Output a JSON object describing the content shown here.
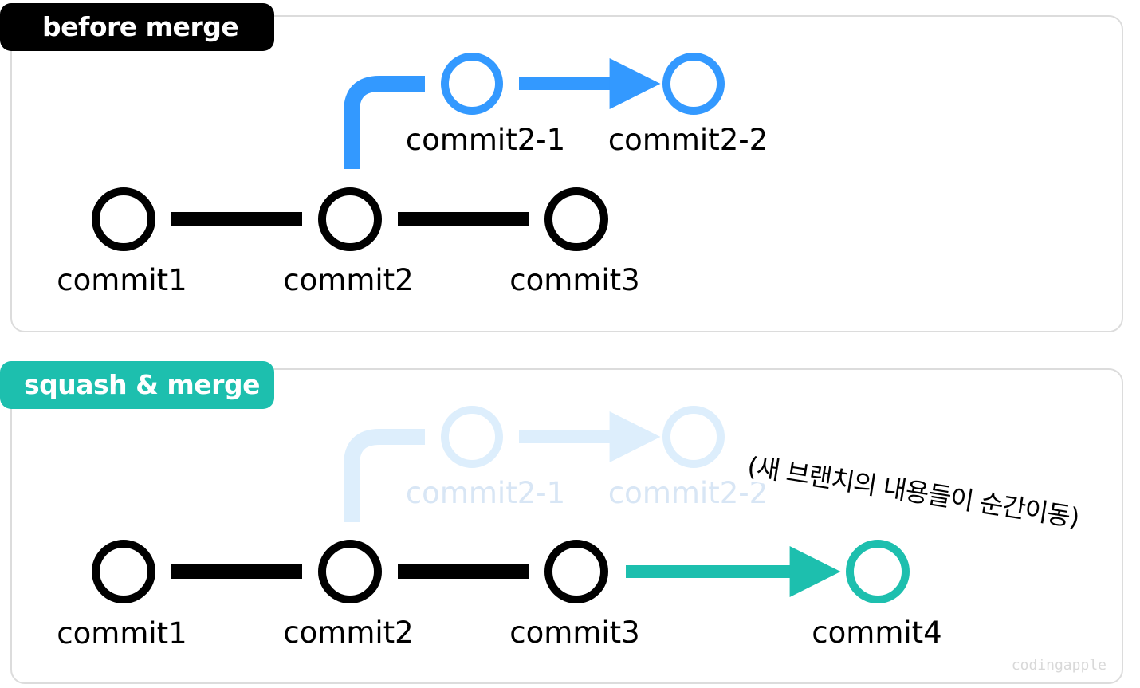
{
  "sections": {
    "before": {
      "title": "before merge"
    },
    "squash": {
      "title": "squash & merge"
    }
  },
  "labels": {
    "commit1": "commit1",
    "commit2": "commit2",
    "commit3": "commit3",
    "commit2_1": "commit2-1",
    "commit2_2": "commit2-2",
    "commit4": "commit4"
  },
  "annotation": "(새 브랜치의 내용들이 순간이동)",
  "watermark": "codingapple",
  "colors": {
    "main": "#000000",
    "branch": "#3399ff",
    "branch_faded": "#ddeefc",
    "branch_faded_text": "#d8e6f5",
    "squash": "#1dbfae",
    "tag_before_bg": "#000000",
    "tag_squash_bg": "#1dbfae",
    "panel_border": "#dcdcdc"
  }
}
